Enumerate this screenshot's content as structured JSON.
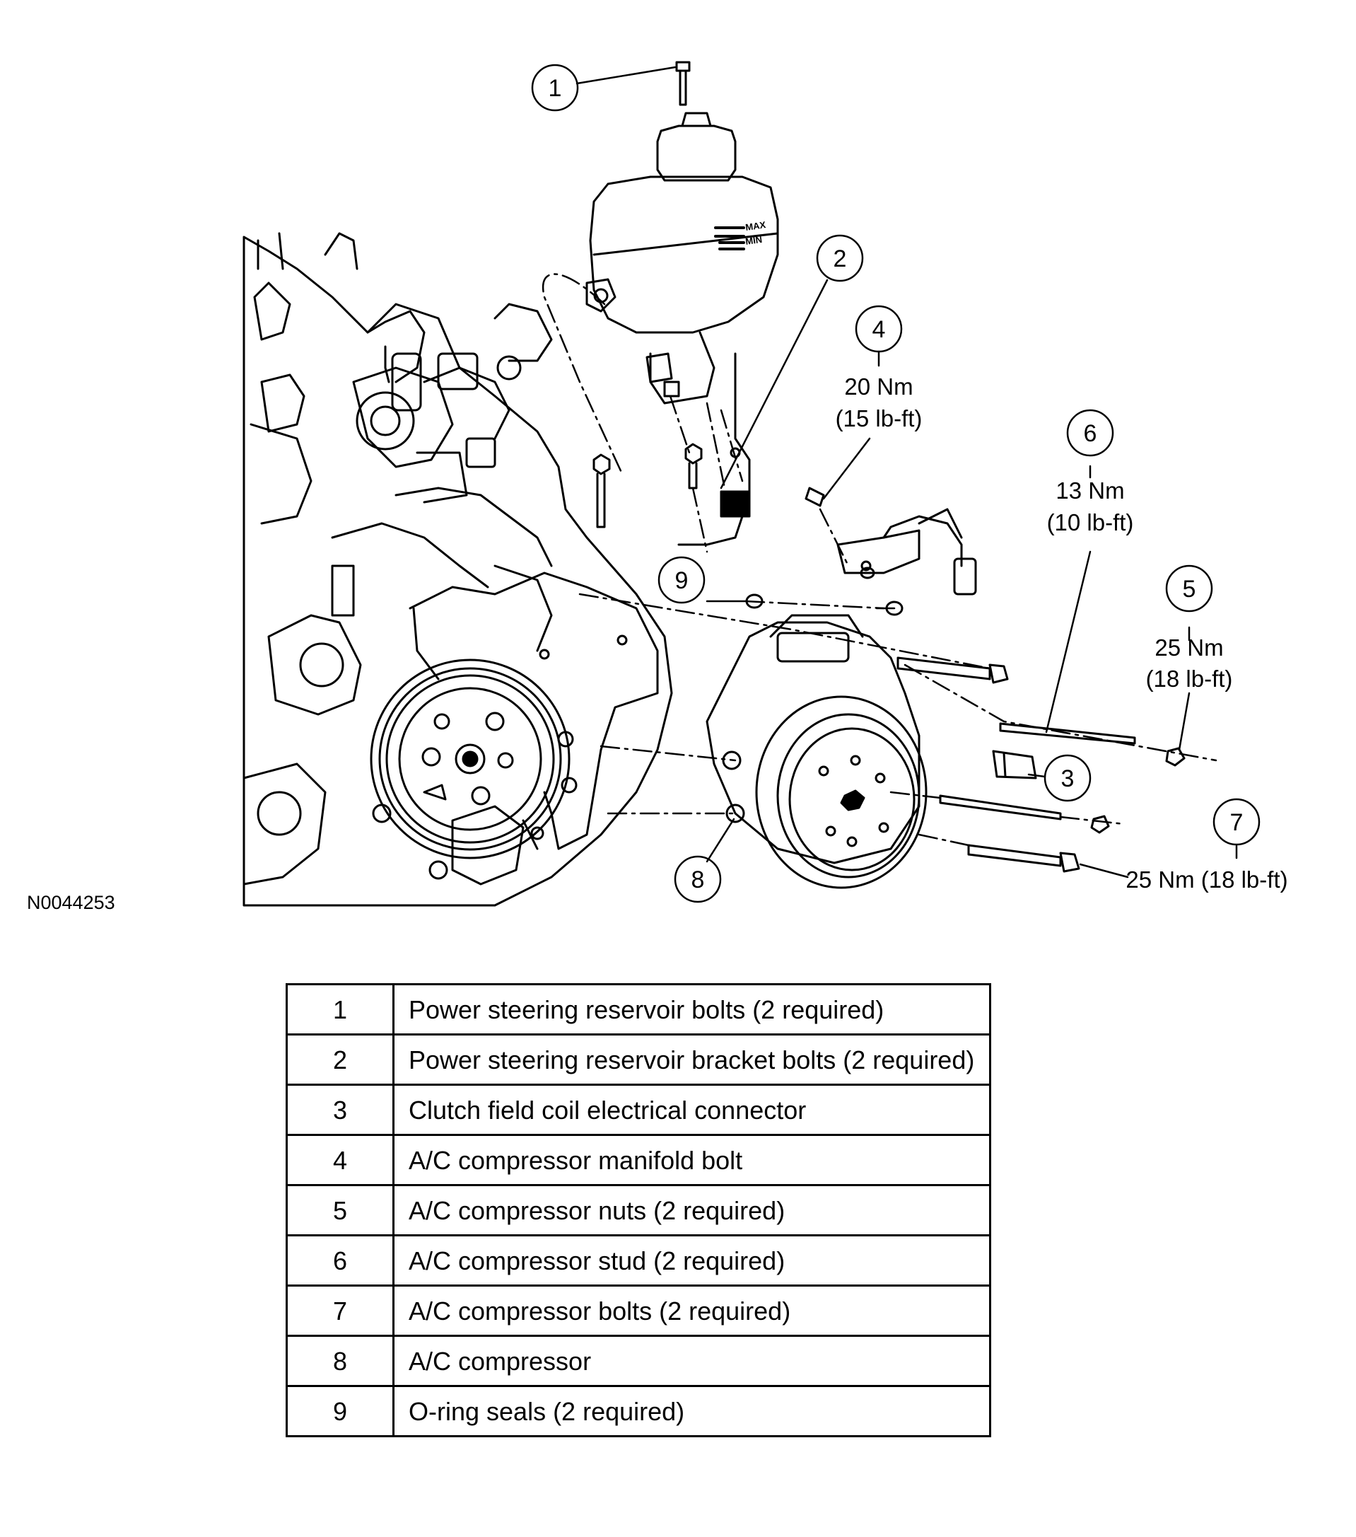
{
  "figure_id": "N0044253",
  "reservoir_marks": {
    "max": "MAX",
    "min": "MIN"
  },
  "callouts": [
    {
      "number": "1",
      "torque": []
    },
    {
      "number": "2",
      "torque": []
    },
    {
      "number": "3",
      "torque": []
    },
    {
      "number": "4",
      "torque": [
        "20 Nm",
        "(15 lb-ft)"
      ]
    },
    {
      "number": "5",
      "torque": [
        "25 Nm",
        "(18 lb-ft)"
      ]
    },
    {
      "number": "6",
      "torque": [
        "13 Nm",
        "(10 lb-ft)"
      ]
    },
    {
      "number": "7",
      "torque": [
        "25 Nm (18 lb-ft)"
      ]
    },
    {
      "number": "8",
      "torque": []
    },
    {
      "number": "9",
      "torque": []
    }
  ],
  "legend": [
    {
      "number": "1",
      "description": "Power steering reservoir bolts (2 required)"
    },
    {
      "number": "2",
      "description": "Power steering reservoir bracket bolts (2 required)"
    },
    {
      "number": "3",
      "description": "Clutch field coil electrical connector"
    },
    {
      "number": "4",
      "description": "A/C compressor manifold bolt"
    },
    {
      "number": "5",
      "description": "A/C compressor nuts (2 required)"
    },
    {
      "number": "6",
      "description": "A/C compressor stud (2 required)"
    },
    {
      "number": "7",
      "description": "A/C compressor bolts (2 required)"
    },
    {
      "number": "8",
      "description": "A/C compressor"
    },
    {
      "number": "9",
      "description": "O-ring seals (2 required)"
    }
  ]
}
